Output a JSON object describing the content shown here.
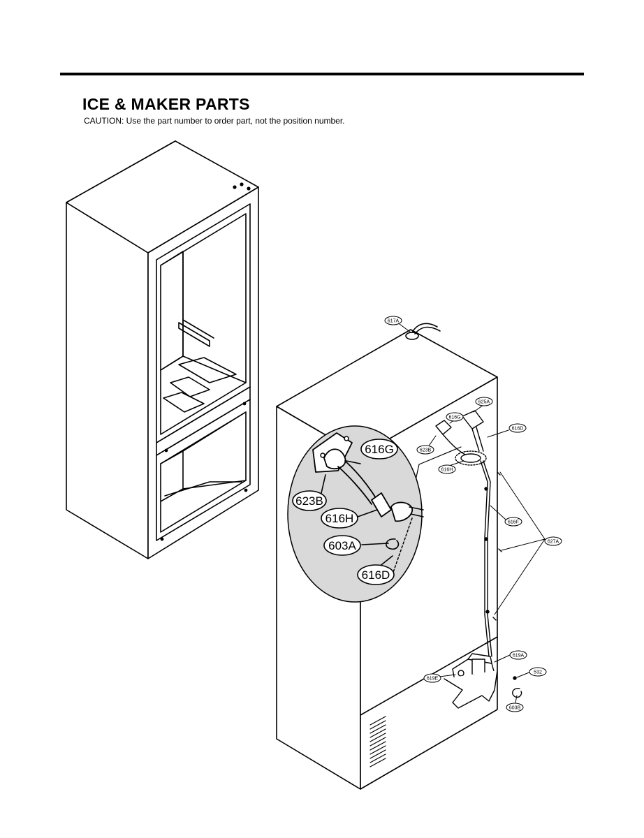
{
  "header": {
    "title": "ICE & MAKER PARTS",
    "caution": "CAUTION: Use the part number to order part, not the position number."
  },
  "callouts_detail": [
    "623B",
    "616G",
    "616H",
    "603A",
    "616D"
  ],
  "callouts_main": [
    "617A",
    "625A",
    "616G",
    "616D",
    "623B",
    "616H",
    "616F",
    "627A",
    "619A",
    "532",
    "619E",
    "603B"
  ],
  "colors": {
    "line": "#000000",
    "shade": "#d9d9d9",
    "background": "#ffffff"
  }
}
